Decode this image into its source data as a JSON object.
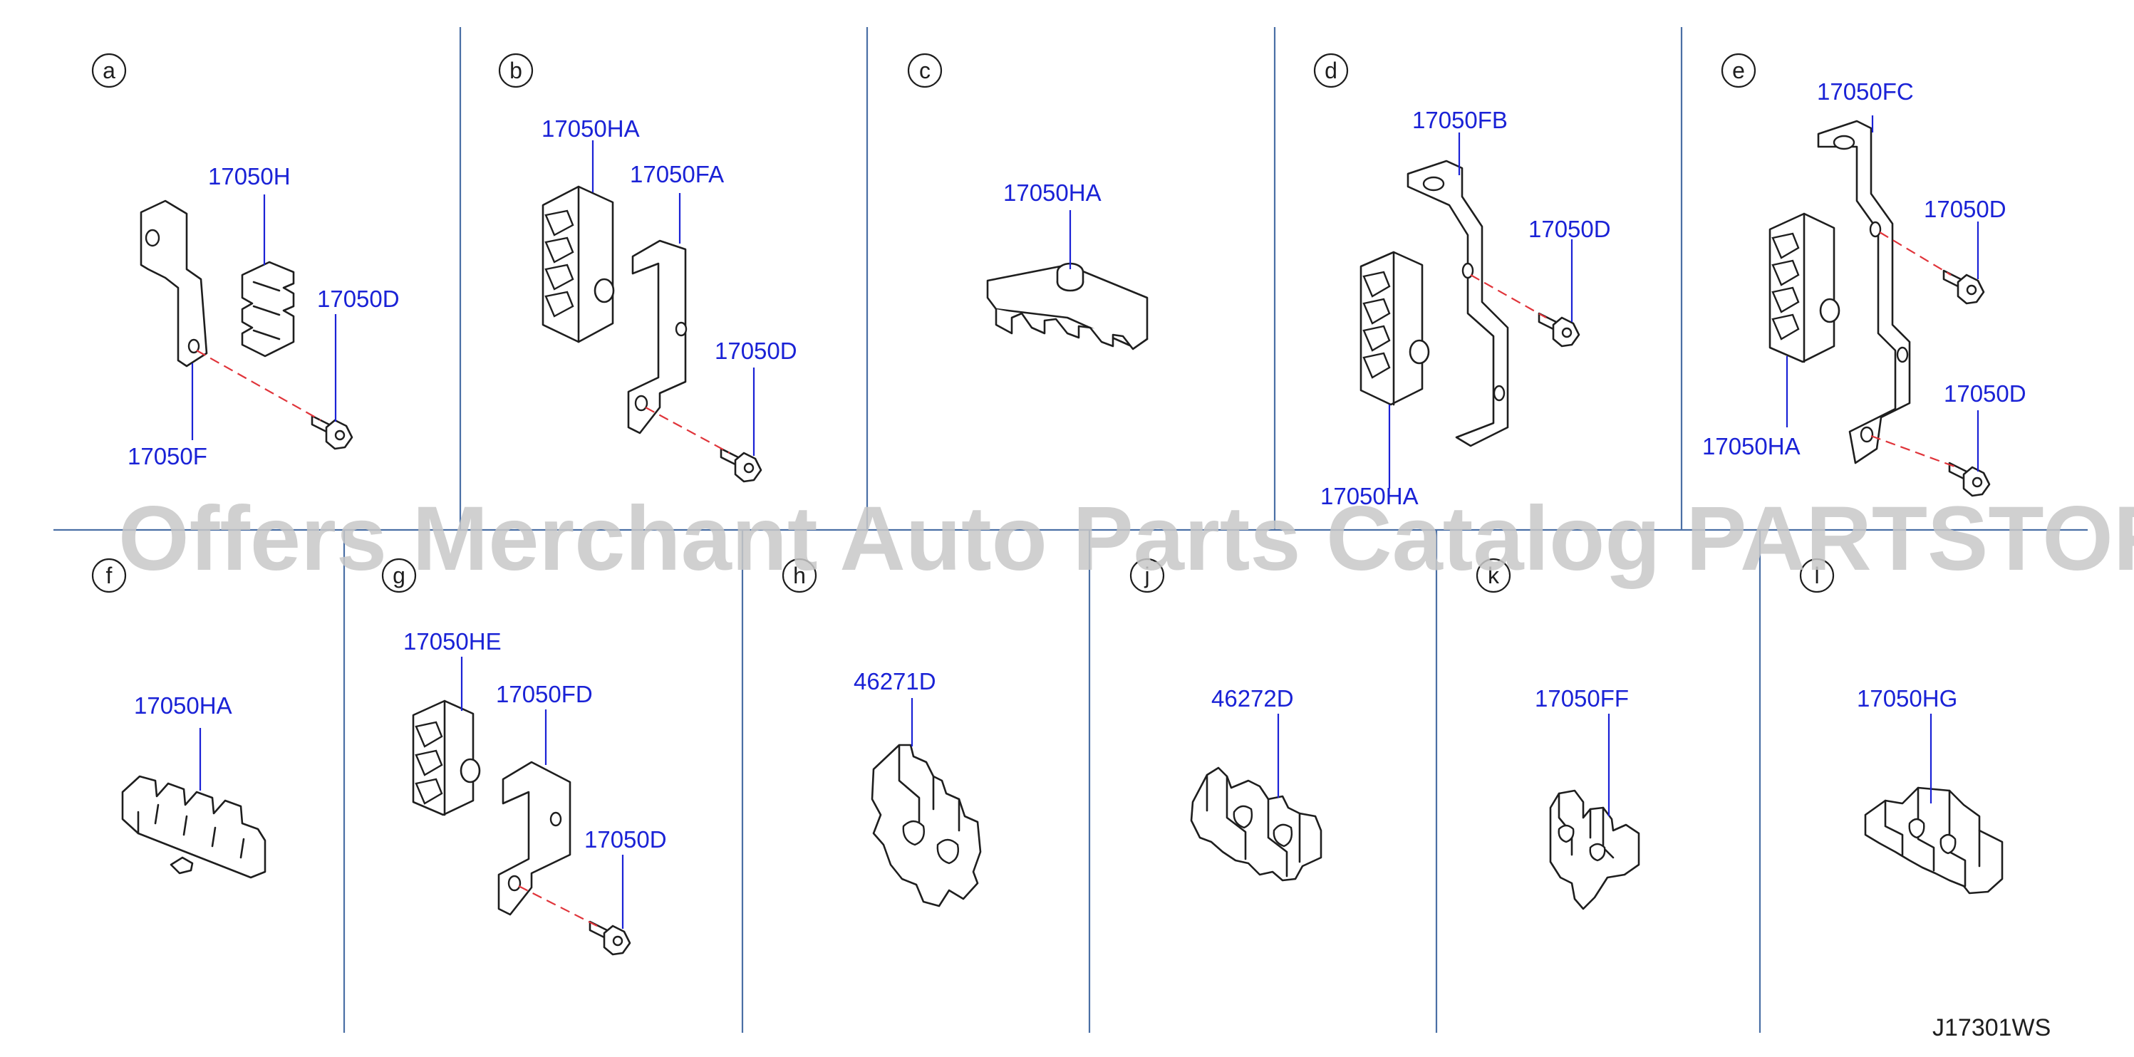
{
  "panels": [
    {
      "letter": "a",
      "labels": [
        "17050H",
        "17050D",
        "17050F"
      ]
    },
    {
      "letter": "b",
      "labels": [
        "17050HA",
        "17050FA",
        "17050D"
      ]
    },
    {
      "letter": "c",
      "labels": [
        "17050HA"
      ]
    },
    {
      "letter": "d",
      "labels": [
        "17050FB",
        "17050D",
        "17050HA"
      ]
    },
    {
      "letter": "e",
      "labels": [
        "17050FC",
        "17050D",
        "17050D",
        "17050HA"
      ]
    },
    {
      "letter": "f",
      "labels": [
        "17050HA"
      ]
    },
    {
      "letter": "g",
      "labels": [
        "17050HE",
        "17050FD",
        "17050D"
      ]
    },
    {
      "letter": "h",
      "labels": [
        "46271D"
      ]
    },
    {
      "letter": "j",
      "labels": [
        "46272D"
      ]
    },
    {
      "letter": "k",
      "labels": [
        "17050FF"
      ]
    },
    {
      "letter": "l",
      "labels": [
        "17050HG"
      ]
    }
  ],
  "watermark": "Offers Merchant Auto Parts Catalog PARTSTORE.SA",
  "diagram_code": "J17301WS",
  "colors": {
    "label": "#1a22d6",
    "divider": "#4a6fa5",
    "dashed_line": "#e0343a",
    "outline": "#1e1e1e",
    "watermark": "#c8c8c8"
  }
}
